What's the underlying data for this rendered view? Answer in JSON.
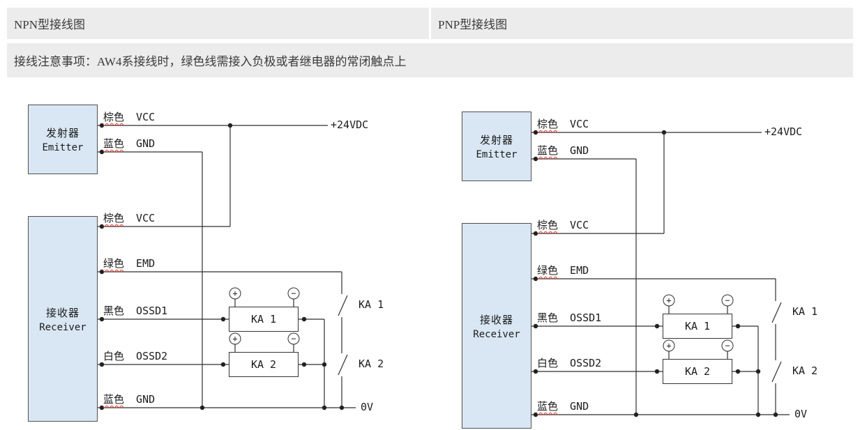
{
  "tabs": {
    "npn": "NPN型接线图",
    "pnp": "PNP型接线图"
  },
  "note": "接线注意事项：AW4系接线时，绿色线需接入负极或者继电器的常闭触点上",
  "colors": {
    "bar_bg": "#ececec",
    "box_fill": "#d9e7f4",
    "wire": "#2f2f2f",
    "squiggle": "#e23b2e"
  },
  "diagrams": [
    {
      "name": "NPN",
      "emitter": {
        "cn": "发射器",
        "en": "Emitter"
      },
      "receiver": {
        "cn": "接收器",
        "en": "Receiver"
      },
      "wires": {
        "e_vcc": {
          "color": "棕色",
          "signal": "VCC",
          "u": "wire-color wavy"
        },
        "e_gnd": {
          "color": "蓝色",
          "signal": "GND",
          "u": "wire-color wavy"
        },
        "r_vcc": {
          "color": "棕色",
          "signal": "VCC",
          "u": "wire-color wavy"
        },
        "r_emd": {
          "color": "绿色",
          "signal": "EMD",
          "u": "wire-color wavy"
        },
        "r_ossd1": {
          "color": "黑色",
          "signal": "OSSD1",
          "u": "wire-color"
        },
        "r_ossd2": {
          "color": "白色",
          "signal": "OSSD2",
          "u": "wire-color"
        },
        "r_gnd": {
          "color": "蓝色",
          "signal": "GND",
          "u": "wire-color wavy"
        }
      },
      "relays": {
        "ka1": "KA 1",
        "ka2": "KA 2",
        "plus": "+",
        "minus": "−"
      },
      "contacts": {
        "ka1": "KA 1",
        "ka2": "KA 2"
      },
      "power": {
        "vplus": "+24VDC",
        "vzero": "0V"
      }
    },
    {
      "name": "PNP",
      "emitter": {
        "cn": "发射器",
        "en": "Emitter"
      },
      "receiver": {
        "cn": "接收器",
        "en": "Receiver"
      },
      "wires": {
        "e_vcc": {
          "color": "棕色",
          "signal": "VCC",
          "u": "wire-color wavy"
        },
        "e_gnd": {
          "color": "蓝色",
          "signal": "GND",
          "u": "wire-color wavy"
        },
        "r_vcc": {
          "color": "棕色",
          "signal": "VCC",
          "u": "wire-color wavy"
        },
        "r_emd": {
          "color": "绿色",
          "signal": "EMD",
          "u": "wire-color wavy"
        },
        "r_ossd1": {
          "color": "黑色",
          "signal": "OSSD1",
          "u": "wire-color"
        },
        "r_ossd2": {
          "color": "白色",
          "signal": "OSSD2",
          "u": "wire-color"
        },
        "r_gnd": {
          "color": "蓝色",
          "signal": "GND",
          "u": "wire-color wavy"
        }
      },
      "relays": {
        "ka1": "KA 1",
        "ka2": "KA 2",
        "plus": "+",
        "minus": "−"
      },
      "contacts": {
        "ka1": "KA 1",
        "ka2": "KA 2"
      },
      "power": {
        "vplus": "+24VDC",
        "vzero": "0V"
      }
    }
  ]
}
